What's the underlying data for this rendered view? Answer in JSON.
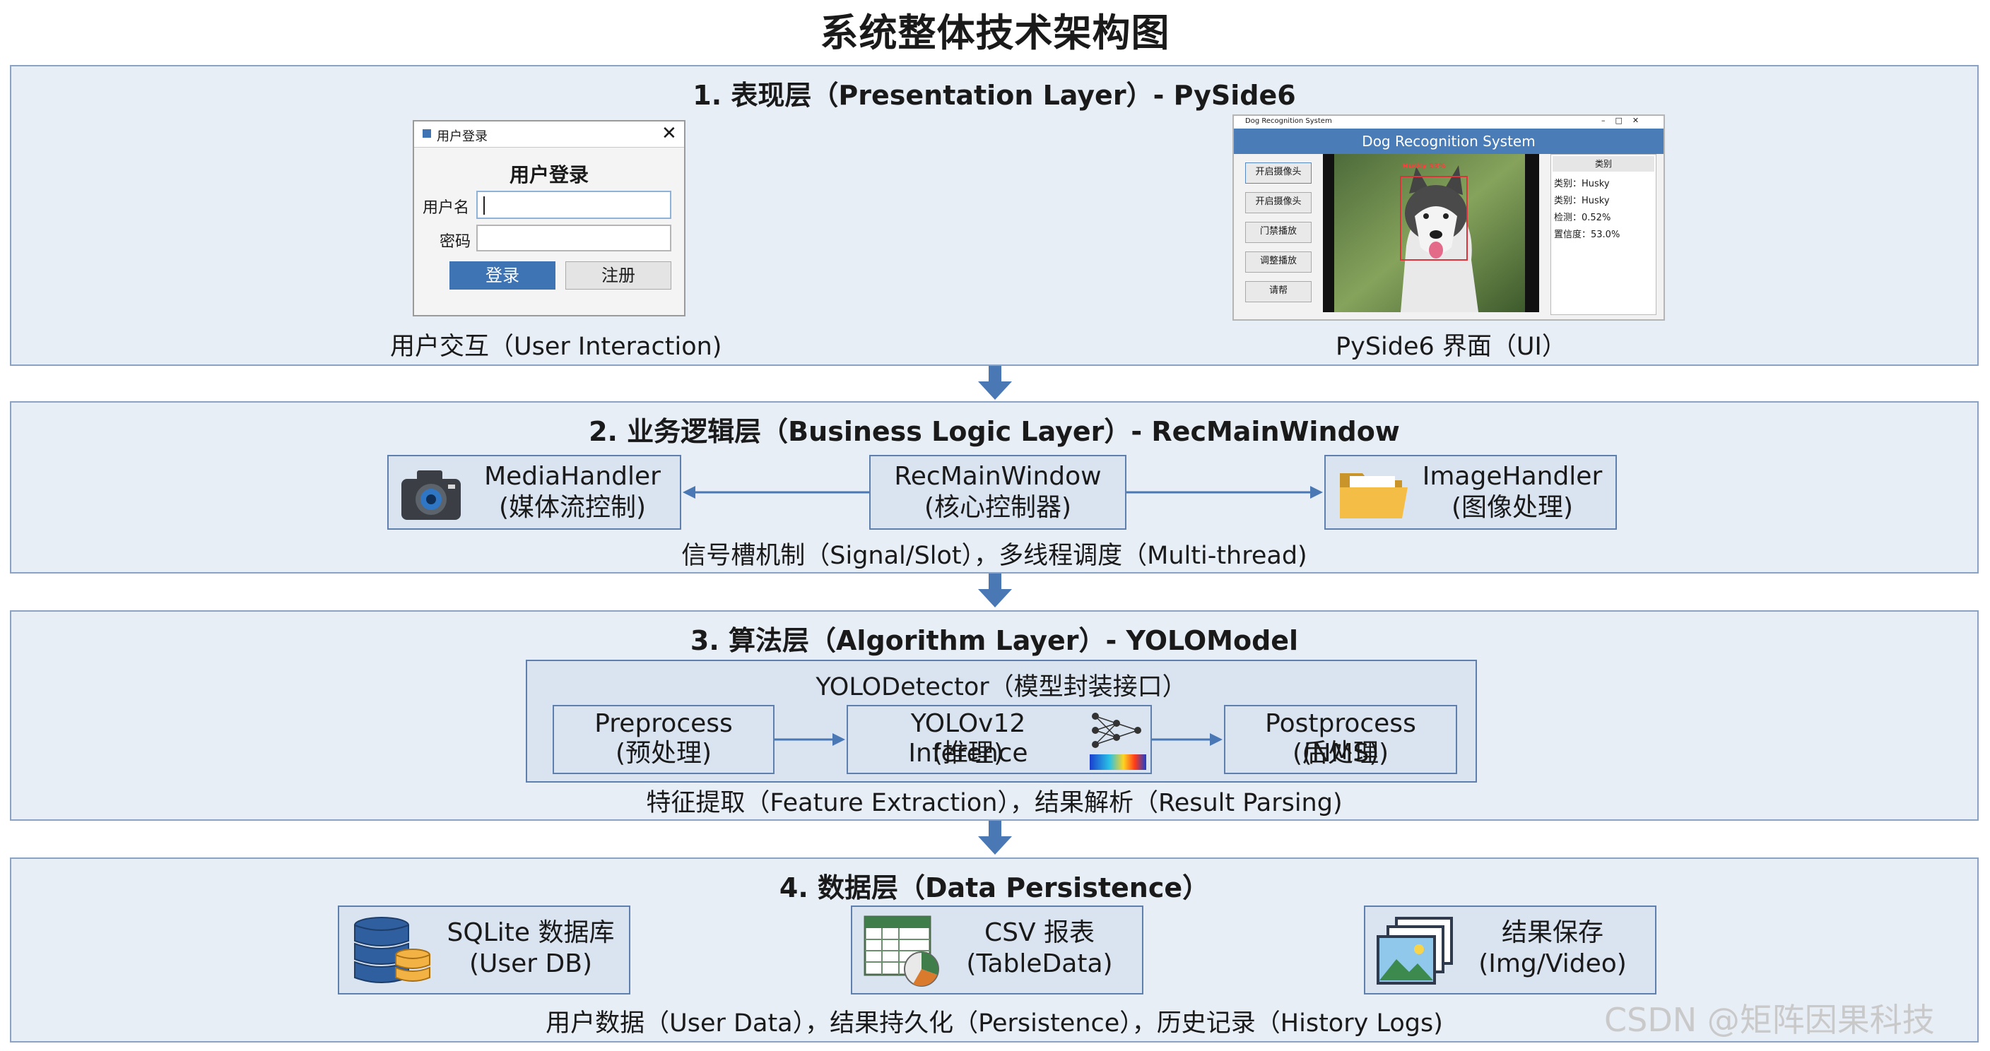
{
  "title": "系统整体技术架构图",
  "colors": {
    "layer_bg": "#e8eef6",
    "layer_border": "#8aa2c4",
    "box_bg": "#dae4f1",
    "box_border": "#5f80ad",
    "arrow": "#4a78b5",
    "accent_blue": "#3f74b4"
  },
  "layers": {
    "presentation": {
      "title": "1. 表现层（Presentation Layer）- PySide6",
      "login": {
        "window_title": "用户登录",
        "heading": "用户登录",
        "username_label": "用户名",
        "password_label": "密码",
        "login_button": "登录",
        "register_button": "注册",
        "caption": "用户交互（User Interaction)"
      },
      "app": {
        "window_title": "Dog Recognition System",
        "header": "Dog Recognition System",
        "buttons": [
          "开启摄像头",
          "开启摄像头",
          "门禁播放",
          "调整播放",
          "请帮"
        ],
        "result_header": "类别",
        "results": [
          "类别：Husky",
          "类别：Husky",
          "检测：0.52%",
          "置信度：53.0%"
        ],
        "detection_label": "Husky 53%",
        "caption": "PySide6 界面（UI）"
      }
    },
    "business": {
      "title": "2. 业务逻辑层（Business Logic Layer）- RecMainWindow",
      "media_handler": {
        "line1": "MediaHandler",
        "line2": "(媒体流控制)",
        "icon": "camera-icon"
      },
      "main_window": {
        "line1": "RecMainWindow",
        "line2": "(核心控制器)"
      },
      "image_handler": {
        "line1": "ImageHandler",
        "line2": "(图像处理)",
        "icon": "folder-icon"
      },
      "caption": "信号槽机制（Signal/Slot），多线程调度（Multi-thread)"
    },
    "algorithm": {
      "title": "3. 算法层（Algorithm Layer）- YOLOModel",
      "detector": "YOLODetector（模型封装接口）",
      "preprocess": {
        "line1": "Preprocess",
        "line2": "(预处理)"
      },
      "inference": {
        "line1": "YOLOv12 Inference",
        "line2": "(推理)",
        "icon": "neural-network-icon"
      },
      "postprocess": {
        "line1": "Postprocess (NMS)",
        "line2": "(后处理)"
      },
      "caption": "特征提取（Feature Extraction），结果解析（Result Parsing)"
    },
    "data": {
      "title": "4. 数据层（Data Persistence）",
      "sqlite": {
        "line1": "SQLite 数据库",
        "line2": "(User DB)",
        "icon": "database-icon"
      },
      "csv": {
        "line1": "CSV 报表",
        "line2": "(TableData)",
        "icon": "spreadsheet-icon"
      },
      "results": {
        "line1": "结果保存",
        "line2": "(Img/Video)",
        "icon": "image-stack-icon"
      },
      "caption": "用户数据（User Data），结果持久化（Persistence），历史记录（History Logs)"
    }
  },
  "watermark": "CSDN @矩阵因果科技"
}
